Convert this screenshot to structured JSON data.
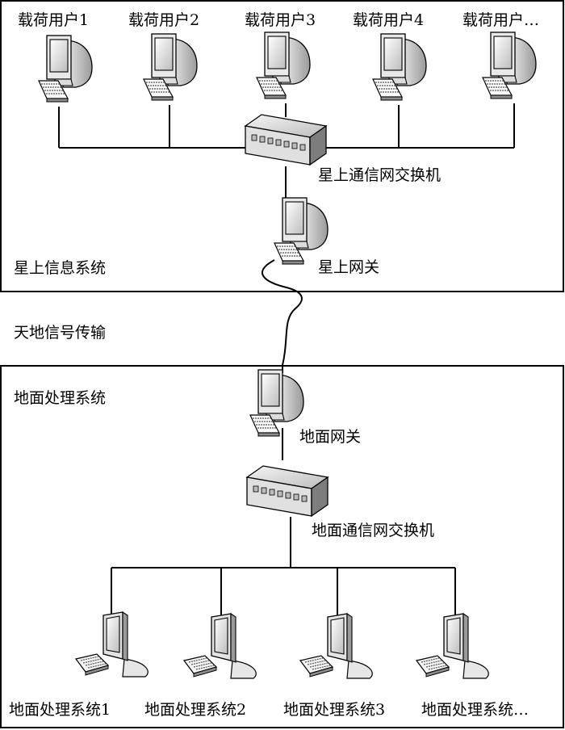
{
  "satellite_system": {
    "title": "星上信息系统",
    "users": [
      {
        "label": "载荷用户1"
      },
      {
        "label": "载荷用户2"
      },
      {
        "label": "载荷用户3"
      },
      {
        "label": "载荷用户4"
      },
      {
        "label": "载荷用户…"
      }
    ],
    "switch_label": "星上通信网交换机",
    "gateway_label": "星上网关"
  },
  "link_label": "天地信号传输",
  "ground_system": {
    "title": "地面处理系统",
    "gateway_label": "地面网关",
    "switch_label": "地面通信网交换机",
    "processors": [
      {
        "label": "地面处理系统1"
      },
      {
        "label": "地面处理系统2"
      },
      {
        "label": "地面处理系统3"
      },
      {
        "label": "地面处理系统…"
      }
    ]
  }
}
